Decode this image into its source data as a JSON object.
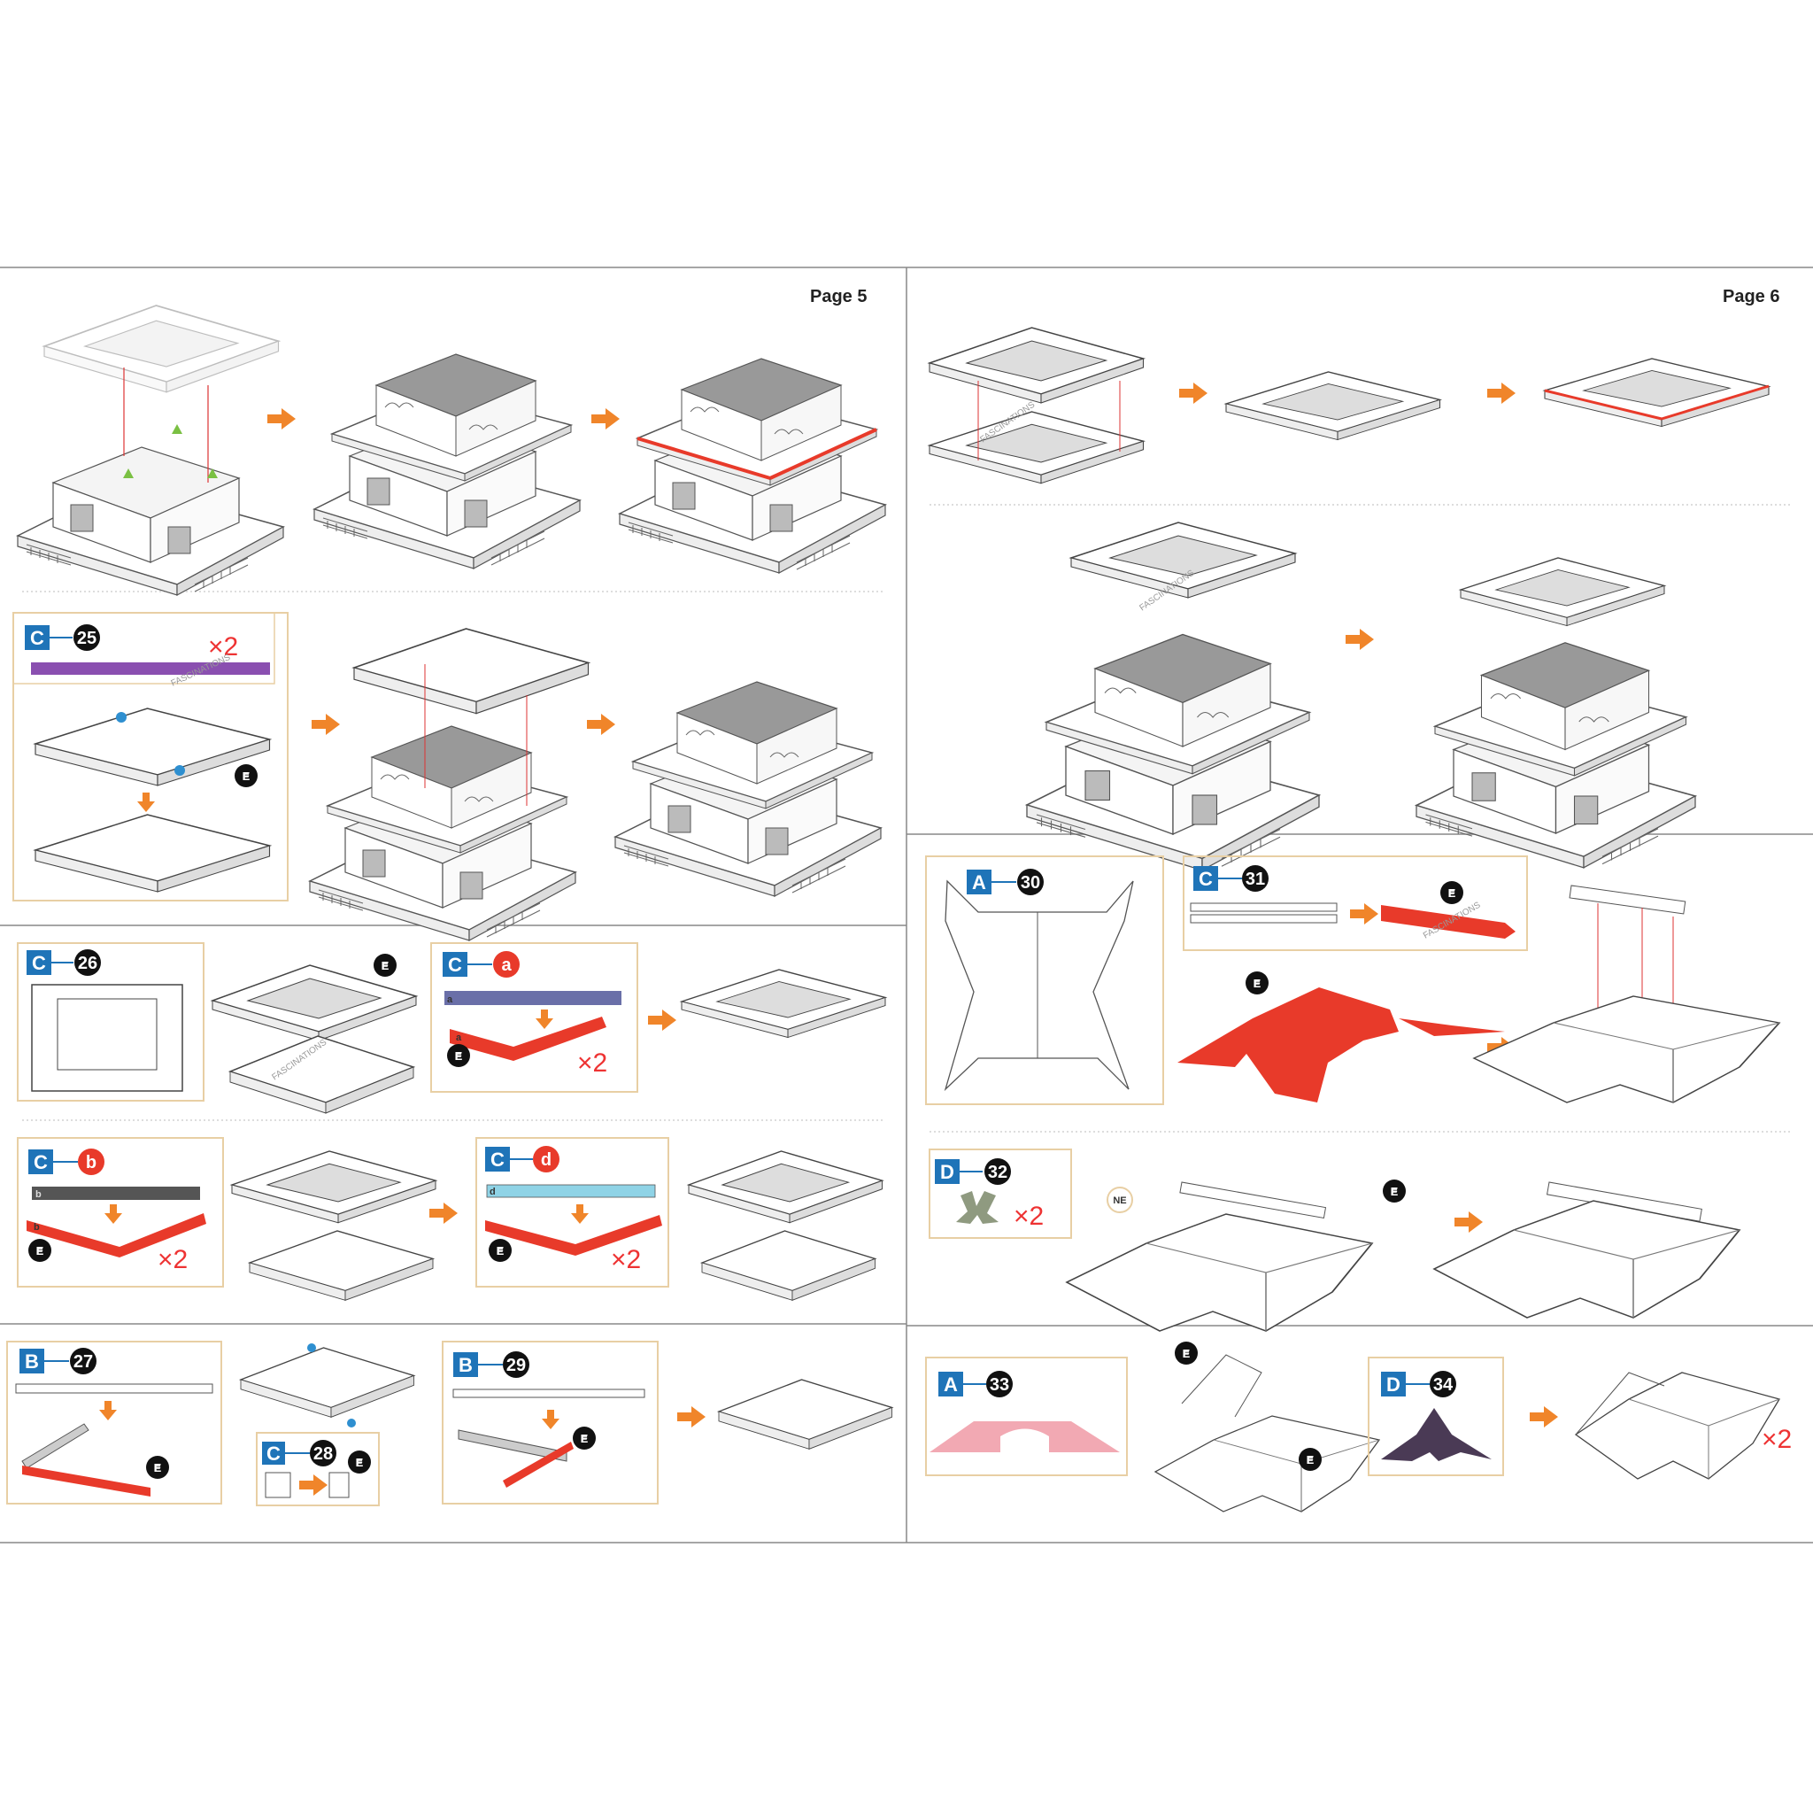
{
  "pages": {
    "left": {
      "label": "Page 5"
    },
    "right": {
      "label": "Page 6"
    }
  },
  "colors": {
    "accent_arrow": "#f0852a",
    "badge_blue": "#1f74b8",
    "panel_border": "#e8cfa4",
    "part_red": "#e83a2a",
    "part_purple": "#8a4fb0",
    "part_slate": "#6a6fa8",
    "part_gray": "#555555",
    "part_cyan": "#8fd3e6",
    "part_pink": "#f2a9b3",
    "part_sage": "#8f9a80",
    "part_eggplant": "#4a3a55",
    "triangle_green": "#7ac043",
    "dot_blue": "#2e8fd0"
  },
  "steps": {
    "s25": {
      "sheet": "C",
      "number": "25",
      "mult": "×2",
      "marker": "E"
    },
    "s26": {
      "sheet": "C",
      "number": "26",
      "marker": "E"
    },
    "sa": {
      "sheet": "C",
      "letter": "a",
      "tag": "a",
      "mult": "×2",
      "marker": "E"
    },
    "sb": {
      "sheet": "C",
      "letter": "b",
      "tag": "b",
      "mult": "×2",
      "marker": "E"
    },
    "sd": {
      "sheet": "C",
      "letter": "d",
      "tag": "d",
      "mult": "×2",
      "marker": "E"
    },
    "s27": {
      "sheet": "B",
      "number": "27",
      "marker": "E"
    },
    "s28": {
      "sheet": "C",
      "number": "28",
      "marker": "E"
    },
    "s29": {
      "sheet": "B",
      "number": "29",
      "marker": "E"
    },
    "s30": {
      "sheet": "A",
      "number": "30"
    },
    "s31": {
      "sheet": "C",
      "number": "31",
      "marker": "E"
    },
    "s31b": {
      "marker": "E"
    },
    "s32": {
      "sheet": "D",
      "number": "32",
      "mult": "×2",
      "marker": "E",
      "direction": "NE"
    },
    "s33": {
      "sheet": "A",
      "number": "33",
      "marker": "E",
      "marker2": "E"
    },
    "s34": {
      "sheet": "D",
      "number": "34",
      "mult": "×2"
    }
  },
  "watermark": "FASCINATIONS",
  "icons": [
    "arrow-right-icon",
    "arrow-down-icon",
    "green-triangle-icon",
    "blue-dot-icon"
  ]
}
